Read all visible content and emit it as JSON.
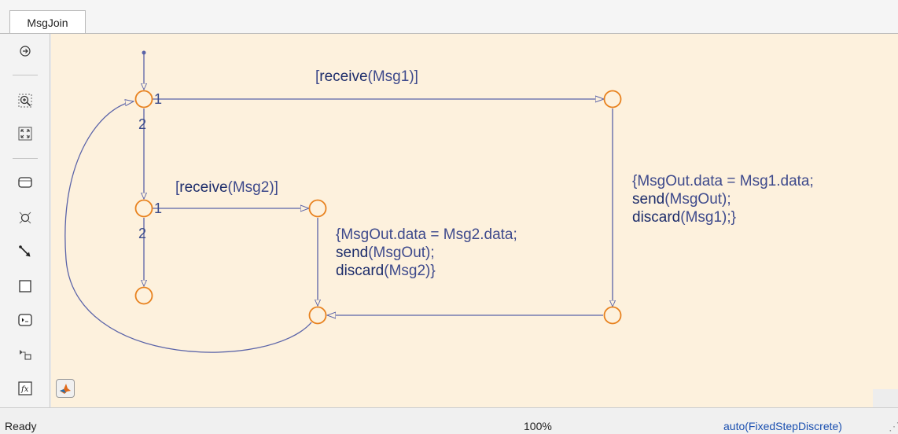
{
  "tab": {
    "label": "MsgJoin"
  },
  "toolbar": {
    "items": [
      "navigate-icon",
      "zoom-in-icon",
      "fit-view-icon",
      "state-icon",
      "junction-icon",
      "default-transition-icon",
      "box-icon",
      "simulink-function-icon",
      "simulink-based-state-icon",
      "matlab-function-icon"
    ]
  },
  "diagram": {
    "transition_labels": {
      "receive1": {
        "pre": "[",
        "fn": "receive",
        "post": "(Msg1)]"
      },
      "receive2": {
        "pre": "[",
        "fn": "receive",
        "post": "(Msg2)]"
      }
    },
    "actions_msg1": {
      "line1": "{MsgOut.data = Msg1.data;",
      "line2_fn": "send",
      "line2_rest": "(MsgOut);",
      "line3_fn": "discard",
      "line3_rest": "(Msg1);}"
    },
    "actions_msg2": {
      "line1": "{MsgOut.data = Msg2.data;",
      "line2_fn": "send",
      "line2_rest": "(MsgOut);",
      "line3_fn": "discard",
      "line3_rest": "(Msg2)}"
    },
    "execution_order": {
      "top_right": "1",
      "top_down": "2",
      "mid_right": "1",
      "mid_down": "2"
    },
    "colors": {
      "canvas": "#fdf1dd",
      "junction": "#e8821f",
      "transition": "#5a63a8",
      "label": "#3e4a8c"
    }
  },
  "status": {
    "ready": "Ready",
    "zoom": "100%",
    "solver": "auto(FixedStepDiscrete)"
  }
}
